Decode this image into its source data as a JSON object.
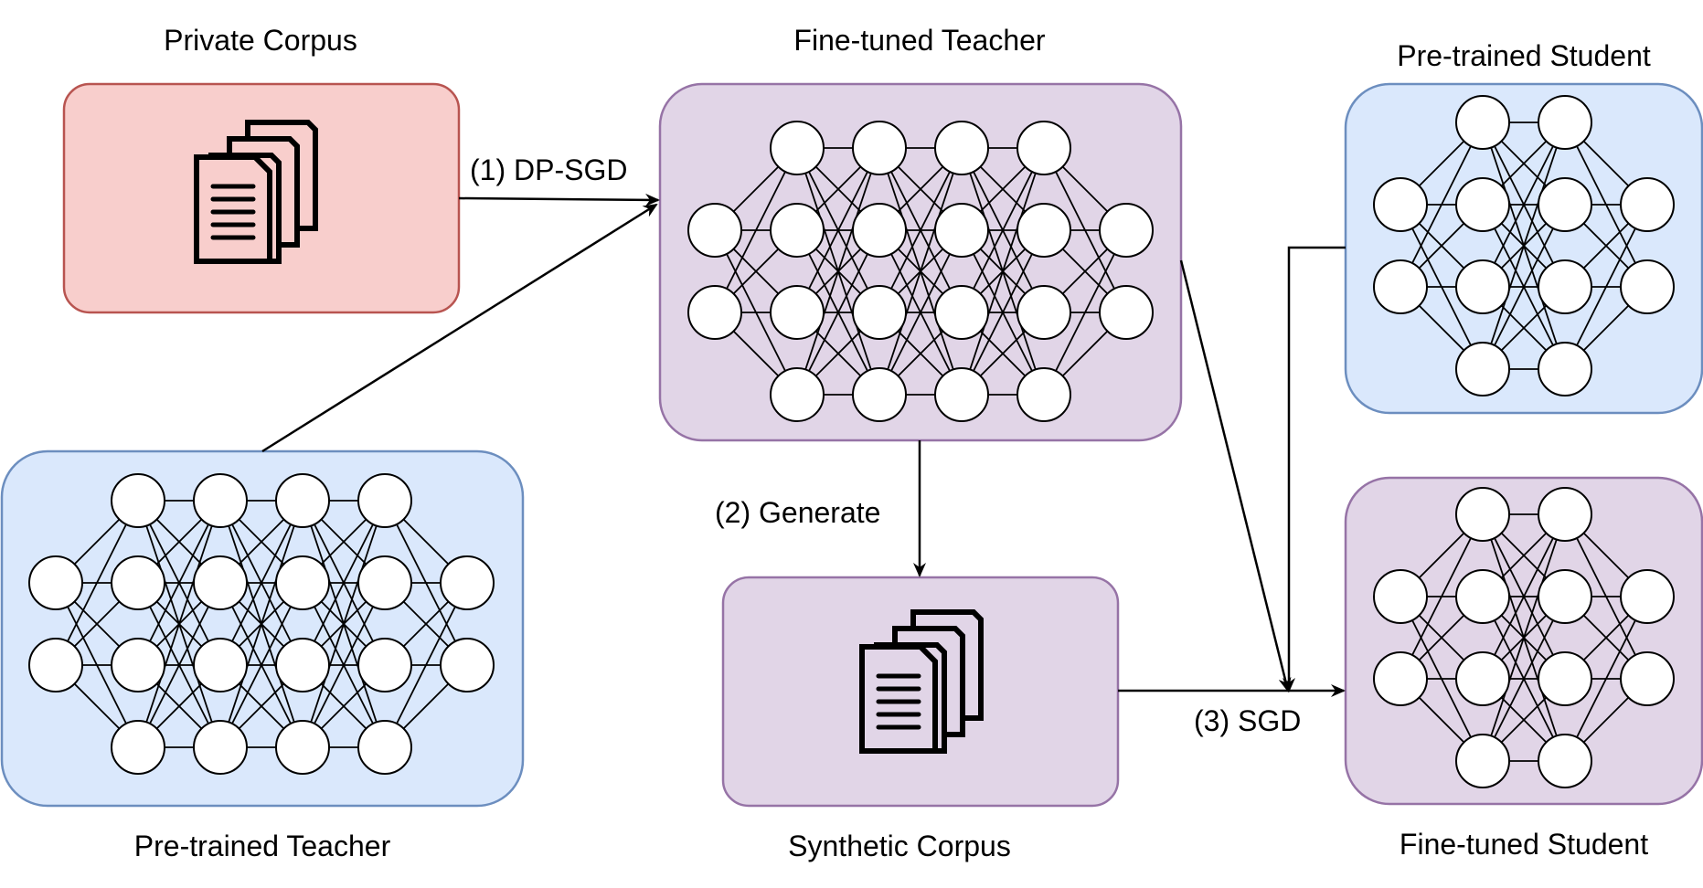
{
  "labels": {
    "private_corpus": "Private Corpus",
    "fine_tuned_teacher": "Fine-tuned Teacher",
    "pretrained_student": "Pre-trained Student",
    "pretrained_teacher": "Pre-trained Teacher",
    "synthetic_corpus": "Synthetic Corpus",
    "fine_tuned_student": "Fine-tuned Student",
    "step1": "(1) DP-SGD",
    "step2": "(2) Generate",
    "step3": "(3) SGD"
  },
  "colors": {
    "private_fill": "#f8cecc",
    "private_stroke": "#b85450",
    "purple_fill": "#e1d5e7",
    "purple_stroke": "#9673a6",
    "blue_fill": "#dae8fc",
    "blue_stroke": "#6c8ebf"
  },
  "icons": {
    "private_docs": "documents-icon",
    "synthetic_docs": "documents-icon"
  },
  "networks": {
    "fine_tuned_teacher": {
      "layers": [
        2,
        4,
        4,
        4,
        4,
        2
      ]
    },
    "pretrained_teacher": {
      "layers": [
        2,
        4,
        4,
        4,
        4,
        2
      ]
    },
    "pretrained_student": {
      "layers": [
        2,
        4,
        4,
        2
      ]
    },
    "fine_tuned_student": {
      "layers": [
        2,
        4,
        4,
        2
      ]
    }
  }
}
